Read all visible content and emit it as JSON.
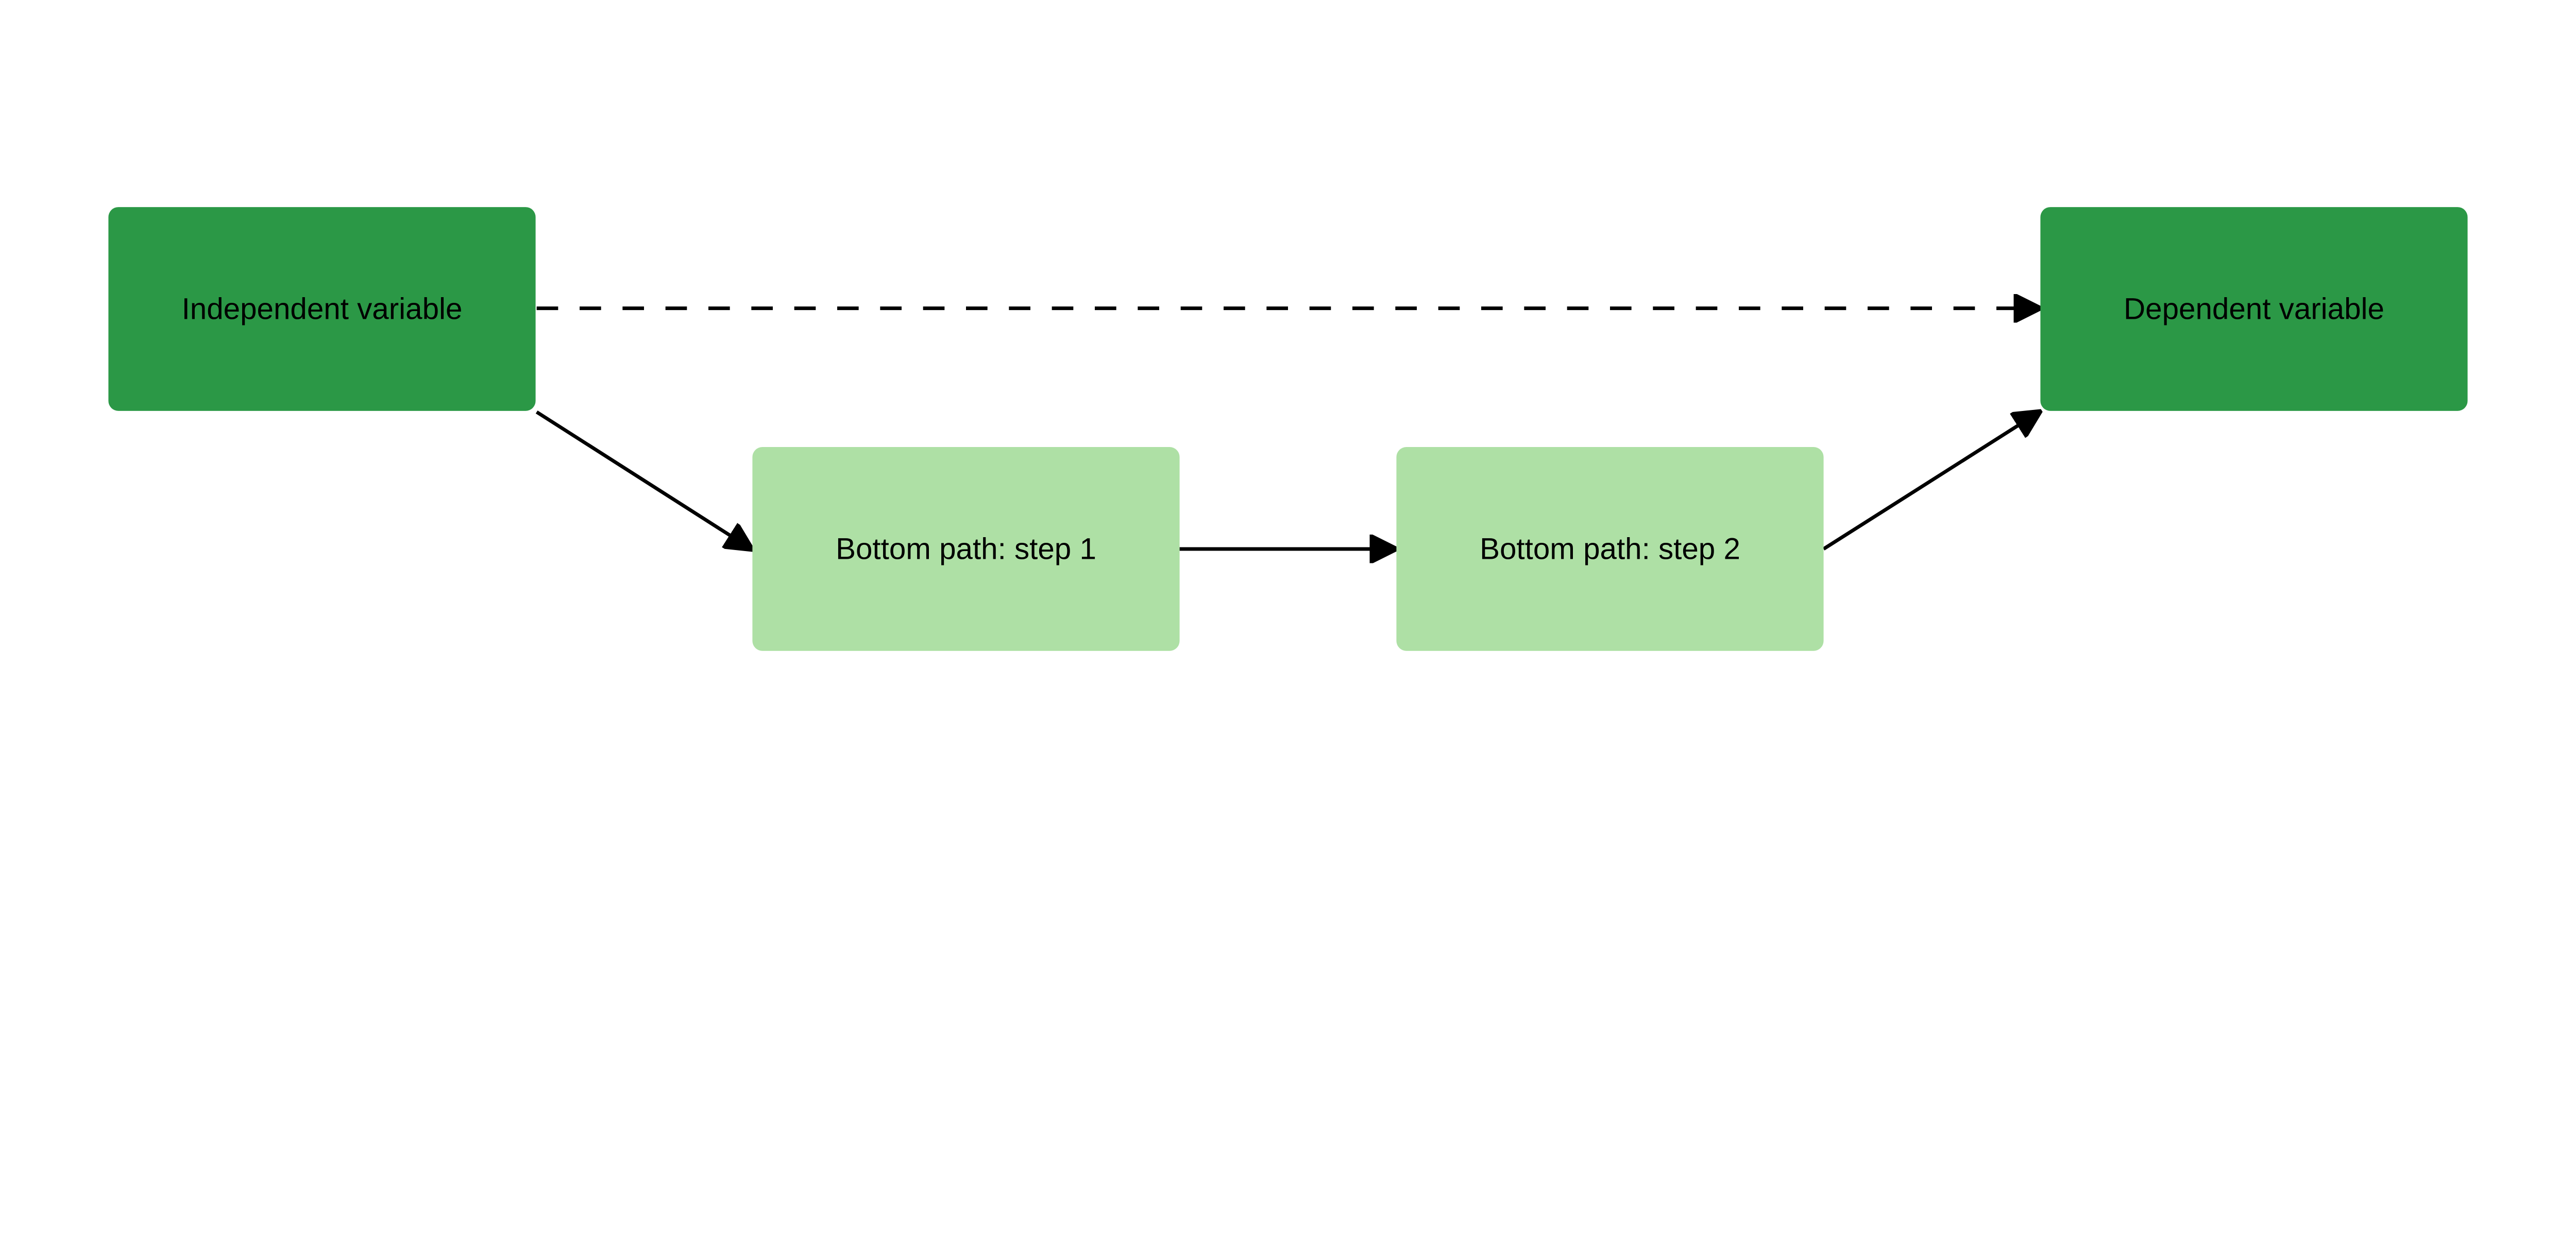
{
  "colors": {
    "primary_node": "#2b9846",
    "secondary_node": "#aee0a5",
    "edge": "#000000",
    "background": "#ffffff"
  },
  "nodes": [
    {
      "id": "iv",
      "label": "Independent variable",
      "style": "primary"
    },
    {
      "id": "dv",
      "label": "Dependent variable",
      "style": "primary"
    },
    {
      "id": "s1",
      "label": "Bottom path: step 1",
      "style": "secondary"
    },
    {
      "id": "s2",
      "label": "Bottom path: step 2",
      "style": "secondary"
    }
  ],
  "edges": [
    {
      "from": "iv",
      "to": "dv",
      "style": "dashed"
    },
    {
      "from": "iv",
      "to": "s1",
      "style": "solid"
    },
    {
      "from": "s1",
      "to": "s2",
      "style": "solid"
    },
    {
      "from": "s2",
      "to": "dv",
      "style": "solid"
    }
  ]
}
